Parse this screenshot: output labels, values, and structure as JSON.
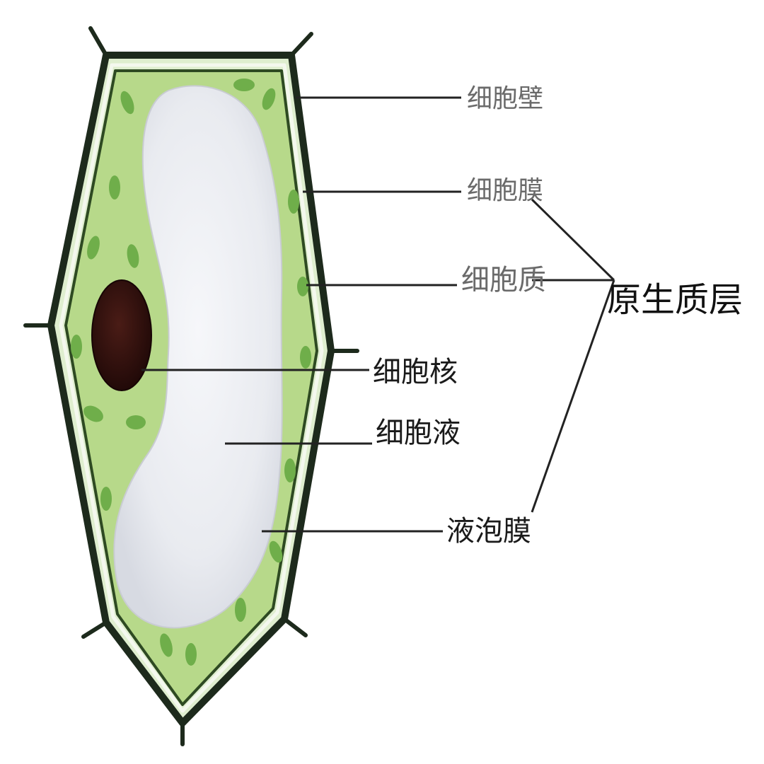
{
  "labels": {
    "cell_wall": "细胞壁",
    "cell_membrane": "细胞膜",
    "cytoplasm": "细胞质",
    "nucleus": "细胞核",
    "cell_sap": "细胞液",
    "tonoplast": "液泡膜",
    "protoplast_layer": "原生质层"
  },
  "colors": {
    "cytoplasm_green": "#b7d98a",
    "chloroplast_green": "#6fae4a",
    "wall_dark": "#1d2a1c",
    "nucleus_brown": "#3a1410",
    "vacuole_white": "#f2f3f6",
    "leader_line": "#222222"
  }
}
